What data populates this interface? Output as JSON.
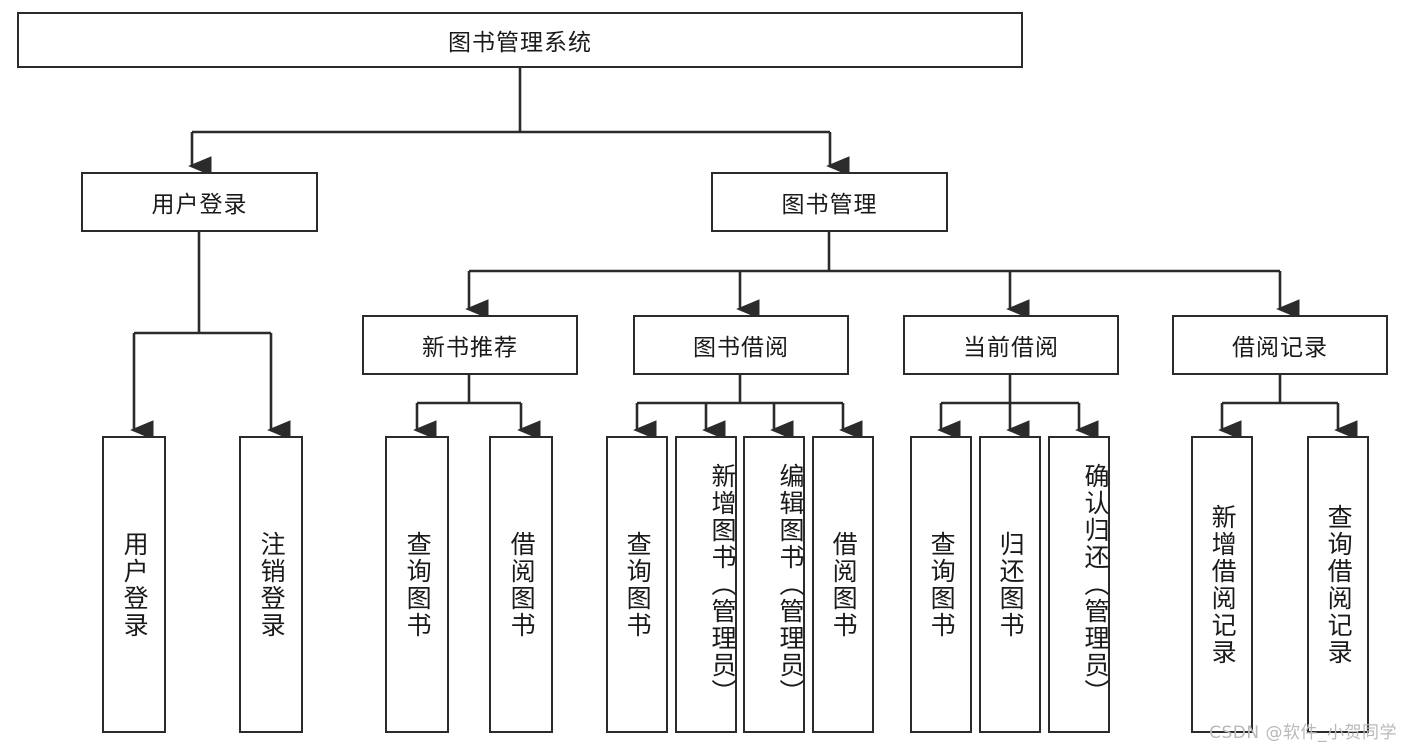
{
  "diagram": {
    "title": "图书管理系统",
    "type": "tree-hierarchy-diagram",
    "colors": {
      "box_border": "#2b2b2b",
      "box_fill": "#ffffff",
      "edge": "#2b2b2b",
      "background": "#ffffff",
      "watermark": "#b9b9b9"
    },
    "root": {
      "label": "图书管理系统",
      "orientation": "horizontal"
    },
    "level2": [
      {
        "label": "用户登录",
        "orientation": "horizontal"
      },
      {
        "label": "图书管理",
        "orientation": "horizontal"
      }
    ],
    "level3": [
      {
        "label": "新书推荐",
        "orientation": "horizontal"
      },
      {
        "label": "图书借阅",
        "orientation": "horizontal"
      },
      {
        "label": "当前借阅",
        "orientation": "horizontal"
      },
      {
        "label": "借阅记录",
        "orientation": "horizontal"
      }
    ],
    "leaves": {
      "user_login": [
        {
          "label": "用户登录",
          "orientation": "vertical"
        },
        {
          "label": "注销登录",
          "orientation": "vertical"
        }
      ],
      "new_book_recommend": [
        {
          "label": "查询图书",
          "orientation": "vertical"
        },
        {
          "label": "借阅图书",
          "orientation": "vertical"
        }
      ],
      "book_borrow": [
        {
          "label": "查询图书",
          "orientation": "vertical"
        },
        {
          "label": "新增图书（管理员）",
          "orientation": "vertical"
        },
        {
          "label": "编辑图书（管理员）",
          "orientation": "vertical"
        },
        {
          "label": "借阅图书",
          "orientation": "vertical"
        }
      ],
      "current_borrow": [
        {
          "label": "查询图书",
          "orientation": "vertical"
        },
        {
          "label": "归还图书",
          "orientation": "vertical"
        },
        {
          "label": "确认归还（管理员）",
          "orientation": "vertical"
        }
      ],
      "borrow_record": [
        {
          "label": "新增借阅记录",
          "orientation": "vertical"
        },
        {
          "label": "查询借阅记录",
          "orientation": "vertical"
        }
      ]
    },
    "watermark": "CSDN @软件_小贺同学"
  }
}
